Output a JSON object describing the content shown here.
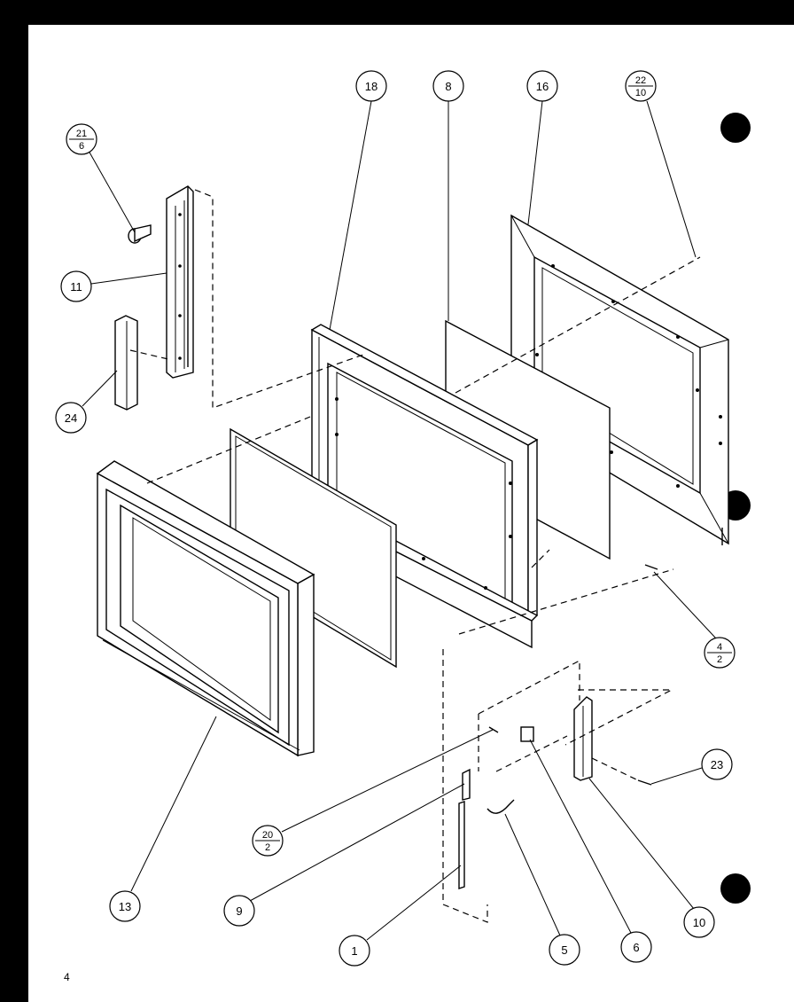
{
  "page_number": "4",
  "callouts": [
    {
      "id": "c18",
      "label": "18"
    },
    {
      "id": "c8",
      "label": "8"
    },
    {
      "id": "c16",
      "label": "16"
    },
    {
      "id": "c22-10",
      "top": "22",
      "bottom": "10"
    },
    {
      "id": "c21-6",
      "top": "21",
      "bottom": "6"
    },
    {
      "id": "c11",
      "label": "11"
    },
    {
      "id": "c24",
      "label": "24"
    },
    {
      "id": "c13",
      "label": "13"
    },
    {
      "id": "c4-2",
      "top": "4",
      "bottom": "2"
    },
    {
      "id": "c23",
      "label": "23"
    },
    {
      "id": "c20-2",
      "top": "20",
      "bottom": "2"
    },
    {
      "id": "c9",
      "label": "9"
    },
    {
      "id": "c1",
      "label": "1"
    },
    {
      "id": "c5",
      "label": "5"
    },
    {
      "id": "c6",
      "label": "6"
    },
    {
      "id": "c10",
      "label": "10"
    }
  ]
}
